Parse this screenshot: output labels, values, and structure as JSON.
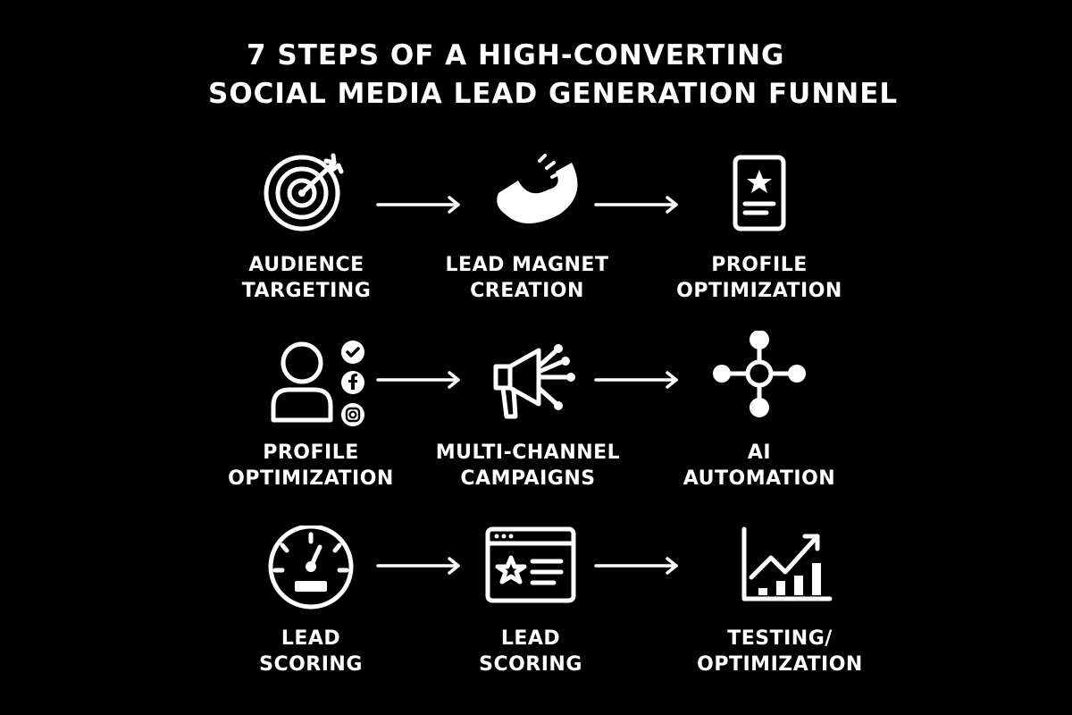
{
  "title": {
    "line1": "7 STEPS OF A HIGH-CONVERTING",
    "line2": "SOCIAL MEDIA LEAD GENERATION FUNNEL"
  },
  "colors": {
    "background": "#000000",
    "foreground": "#ffffff"
  },
  "steps": [
    {
      "icon": "target-icon",
      "line1": "AUDIENCE",
      "line2": "TARGETING"
    },
    {
      "icon": "magnet-icon",
      "line1": "LEAD MAGNET",
      "line2": "CREATION"
    },
    {
      "icon": "profile-card-icon",
      "line1": "PROFILE",
      "line2": "OPTIMIZATION"
    },
    {
      "icon": "user-social-icon",
      "line1": "PROFILE",
      "line2": "OPTIMIZATION"
    },
    {
      "icon": "megaphone-network-icon",
      "line1": "MULTI-CHANNEL",
      "line2": "CAMPAIGNS"
    },
    {
      "icon": "automation-nodes-icon",
      "line1": "AI",
      "line2": "AUTOMATION"
    },
    {
      "icon": "gauge-icon",
      "line1": "LEAD",
      "line2": "SCORING"
    },
    {
      "icon": "browser-star-icon",
      "line1": "LEAD",
      "line2": "SCORING"
    },
    {
      "icon": "growth-chart-icon",
      "line1": "TESTING/",
      "line2": "OPTIMIZATION"
    }
  ],
  "arrows": [
    {
      "icon": "arrow-right-icon"
    },
    {
      "icon": "arrow-right-icon"
    },
    {
      "icon": "arrow-right-icon"
    },
    {
      "icon": "arrow-right-icon"
    },
    {
      "icon": "arrow-right-icon"
    },
    {
      "icon": "arrow-right-icon"
    }
  ]
}
